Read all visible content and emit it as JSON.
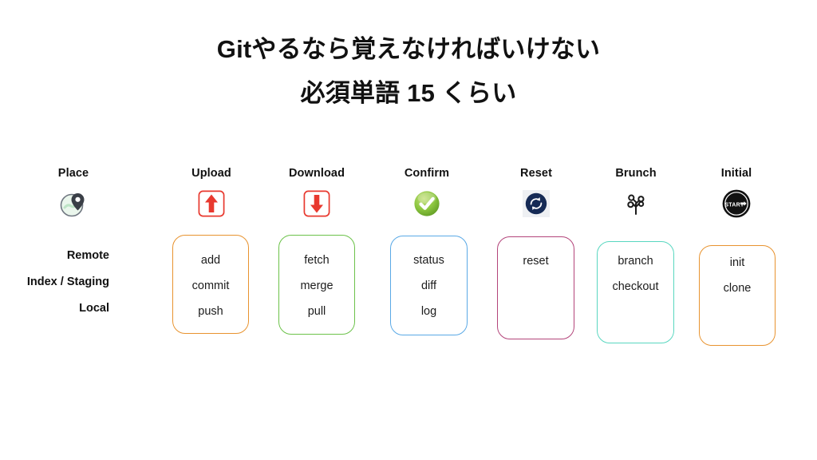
{
  "slide": {
    "background": "#ffffff",
    "title": {
      "line1": "Gitやるなら覚えなければいけない",
      "line2": "必須単語 15 くらい"
    }
  },
  "row_labels": [
    {
      "id": "remote",
      "label": "Remote"
    },
    {
      "id": "index",
      "label": "Index / Staging"
    },
    {
      "id": "local",
      "label": "Local"
    }
  ],
  "columns": [
    {
      "id": "place",
      "header": "Place",
      "icon": "map-pin-icon",
      "icon_colors": {
        "pin": "#3a3f47",
        "map": "#e9f5ec",
        "ring": "#6f7680"
      },
      "box": null,
      "commands": []
    },
    {
      "id": "upload",
      "header": "Upload",
      "icon": "upload-arrow-icon",
      "icon_colors": {
        "accent": "#e8392f"
      },
      "box": {
        "border_color": "#e8932f"
      },
      "commands": [
        "add",
        "commit",
        "push"
      ]
    },
    {
      "id": "download",
      "header": "Download",
      "icon": "download-arrow-icon",
      "icon_colors": {
        "accent": "#e8392f"
      },
      "box": {
        "border_color": "#6cc24a"
      },
      "commands": [
        "fetch",
        "merge",
        "pull"
      ]
    },
    {
      "id": "confirm",
      "header": "Confirm",
      "icon": "check-circle-icon",
      "icon_colors": {
        "accent": "#86c43f"
      },
      "box": {
        "border_color": "#5aa9e6"
      },
      "commands": [
        "status",
        "diff",
        "log"
      ]
    },
    {
      "id": "reset",
      "header": "Reset",
      "icon": "refresh-circle-icon",
      "icon_colors": {
        "accent": "#152a55",
        "plate": "#eef0f3"
      },
      "box": {
        "border_color": "#b3447a"
      },
      "commands": [
        "reset"
      ]
    },
    {
      "id": "brunch",
      "header": "Brunch",
      "icon": "git-branch-icon",
      "icon_colors": {
        "accent": "#1b1b1b"
      },
      "box": {
        "border_color": "#59d7c0"
      },
      "commands": [
        "branch",
        "checkout"
      ]
    },
    {
      "id": "initial",
      "header": "Initial",
      "icon": "start-badge-icon",
      "icon_colors": {
        "accent": "#111111",
        "text": "#ffffff"
      },
      "icon_text": "START",
      "box": {
        "border_color": "#e8932f"
      },
      "commands": [
        "init",
        "clone"
      ]
    }
  ]
}
